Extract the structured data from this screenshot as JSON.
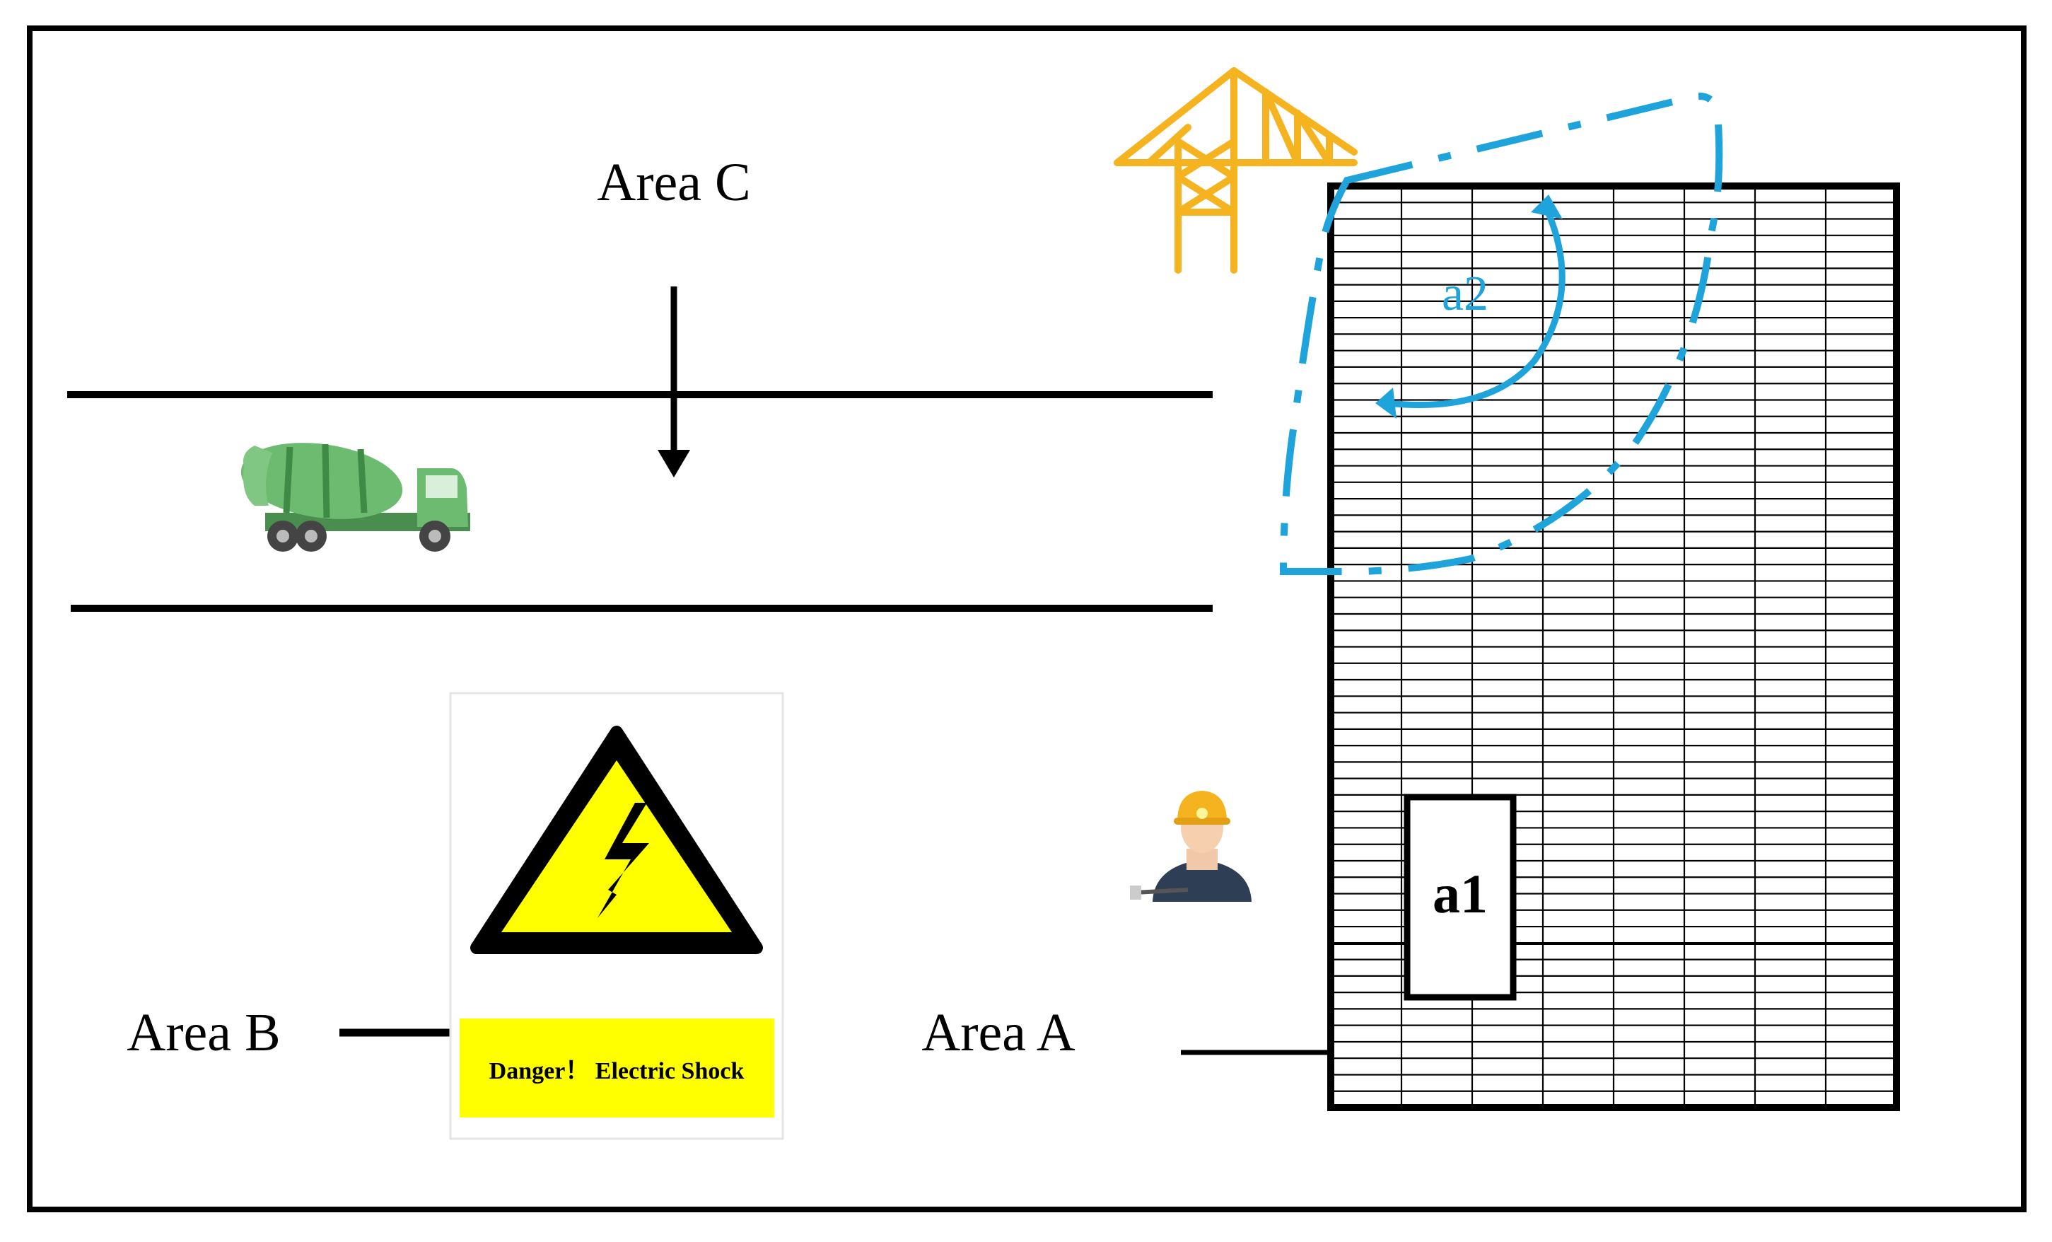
{
  "labels": {
    "area_a": "Area A",
    "area_b": "Area B",
    "area_c": "Area C",
    "a1": "a1",
    "a2": "a2"
  },
  "sign": {
    "text": "Danger！ Electric Shock"
  },
  "colors": {
    "frame": "#000000",
    "crane": "#f5b320",
    "danger_zone": "#1ea3db",
    "sign_yellow": "#ffff00",
    "truck_green": "#5fae63"
  },
  "icons": [
    "tower-crane-icon",
    "concrete-mixer-truck-icon",
    "electric-hazard-icon",
    "worker-icon"
  ]
}
